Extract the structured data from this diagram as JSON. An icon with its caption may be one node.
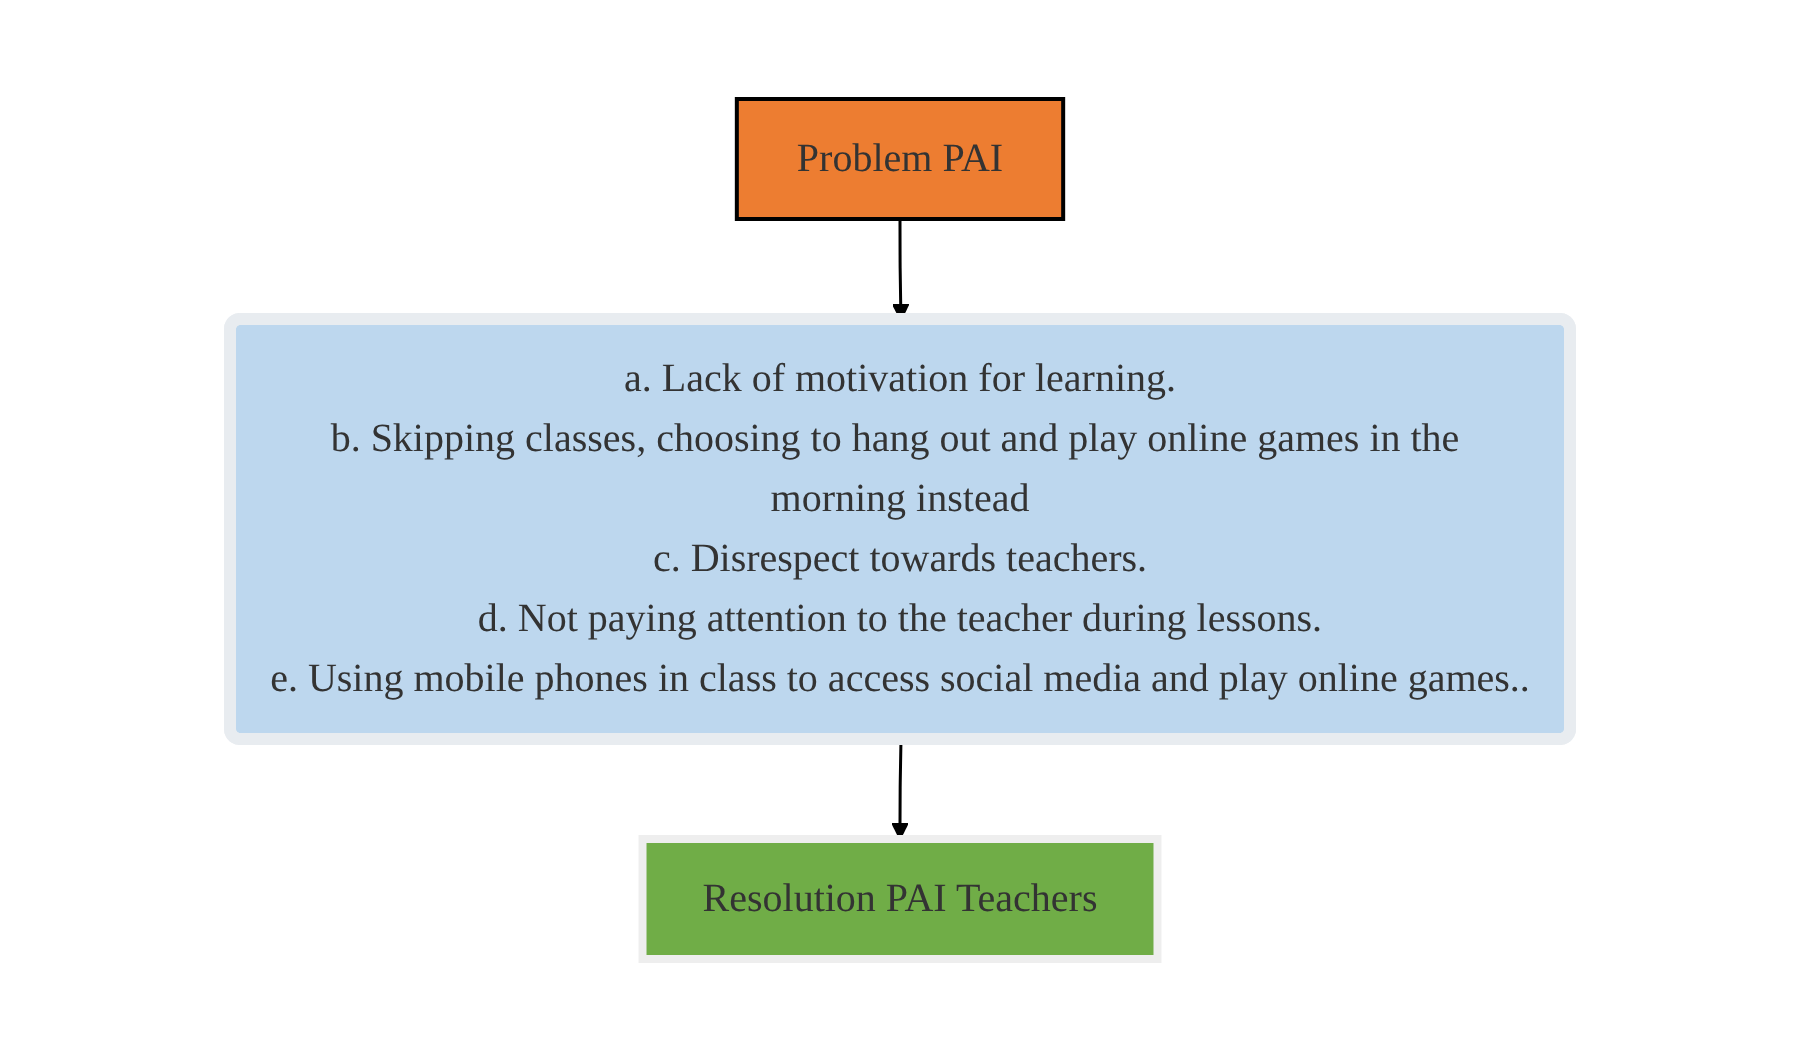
{
  "diagram": {
    "nodes": [
      {
        "text": [
          "Problem PAI"
        ]
      },
      {
        "text": [
          "a. Lack of motivation for learning.",
          "b. Skipping classes, choosing to hang out and play online games in the morning instead",
          "c. Disrespect towards teachers.",
          "d. Not paying attention to the teacher during lessons.",
          "e. Using mobile phones in class to access social media and play online games.."
        ]
      },
      {
        "text": [
          "Resolution PAI Teachers"
        ]
      }
    ],
    "edges": [
      {
        "from": 0,
        "to": 1,
        "arrow": "to"
      },
      {
        "from": 1,
        "to": 2,
        "arrow": "to"
      }
    ]
  }
}
